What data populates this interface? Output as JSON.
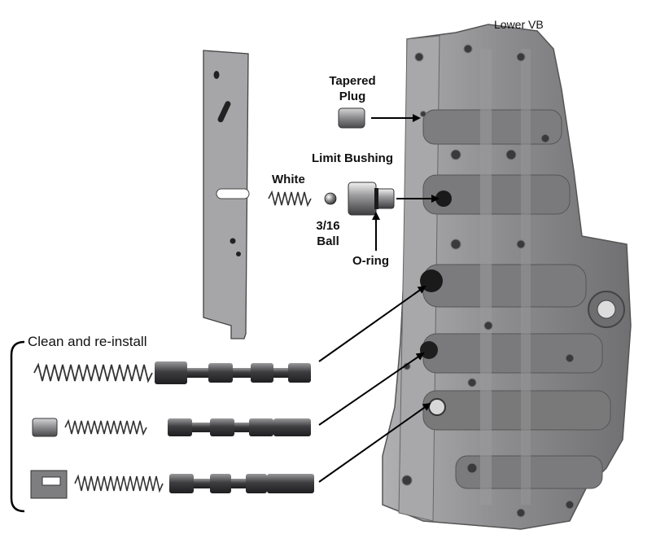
{
  "labels": {
    "lower_vb": "Lower VB",
    "tapered_plug_line1": "Tapered",
    "tapered_plug_line2": "Plug",
    "limit_bushing": "Limit Bushing",
    "white": "White",
    "ball_line1": "3/16",
    "ball_line2": "Ball",
    "o_ring": "O-ring",
    "clean_reinstall": "Clean and re-install"
  },
  "colors": {
    "casting": "#8e8e90",
    "casting_dark": "#5a5a5c",
    "casting_light": "#b4b4b6",
    "plate": "#a7a7a9",
    "metal": "#6e6e70",
    "label": "#111111"
  }
}
